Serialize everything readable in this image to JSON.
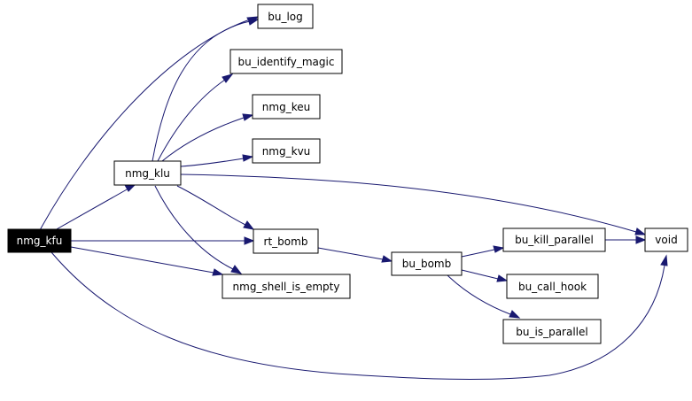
{
  "diagram": {
    "nodes": {
      "nmg_kfu": "nmg_kfu",
      "nmg_klu": "nmg_klu",
      "bu_log": "bu_log",
      "bu_identify_magic": "bu_identify_magic",
      "nmg_keu": "nmg_keu",
      "nmg_kvu": "nmg_kvu",
      "rt_bomb": "rt_bomb",
      "nmg_shell_is_empty": "nmg_shell_is_empty",
      "bu_bomb": "bu_bomb",
      "bu_kill_parallel": "bu_kill_parallel",
      "bu_call_hook": "bu_call_hook",
      "bu_is_parallel": "bu_is_parallel",
      "void": "void"
    },
    "edges": [
      [
        "nmg_kfu",
        "bu_log"
      ],
      [
        "nmg_kfu",
        "nmg_klu"
      ],
      [
        "nmg_kfu",
        "rt_bomb"
      ],
      [
        "nmg_kfu",
        "nmg_shell_is_empty"
      ],
      [
        "nmg_kfu",
        "void"
      ],
      [
        "nmg_klu",
        "bu_log"
      ],
      [
        "nmg_klu",
        "bu_identify_magic"
      ],
      [
        "nmg_klu",
        "nmg_keu"
      ],
      [
        "nmg_klu",
        "nmg_kvu"
      ],
      [
        "nmg_klu",
        "void"
      ],
      [
        "nmg_klu",
        "rt_bomb"
      ],
      [
        "nmg_klu",
        "nmg_shell_is_empty"
      ],
      [
        "rt_bomb",
        "bu_bomb"
      ],
      [
        "bu_bomb",
        "bu_kill_parallel"
      ],
      [
        "bu_bomb",
        "bu_call_hook"
      ],
      [
        "bu_bomb",
        "bu_is_parallel"
      ],
      [
        "bu_kill_parallel",
        "void"
      ]
    ],
    "colors": {
      "edge": "#191970",
      "root_fill": "#000000",
      "root_text": "#ffffff",
      "node_border": "#000000"
    }
  }
}
